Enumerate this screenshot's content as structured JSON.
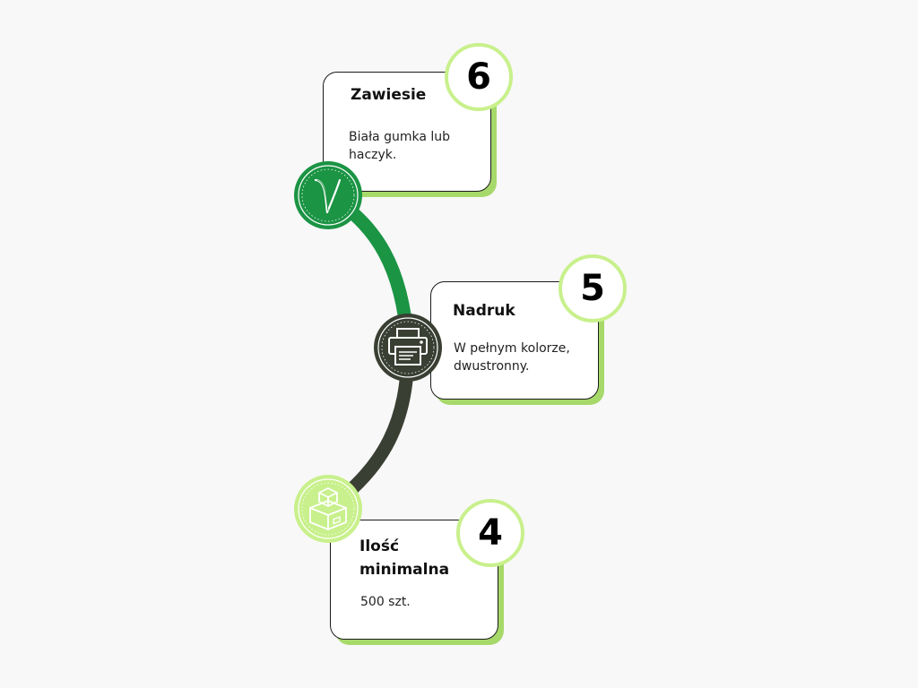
{
  "steps": [
    {
      "number": "6",
      "title": "Zawiesie",
      "text": "Biała gumka lub haczyk.",
      "icon": "hook-letter-v-icon"
    },
    {
      "number": "5",
      "title": "Nadruk",
      "text": "W pełnym kolorze, dwustronny.",
      "icon": "printer-icon"
    },
    {
      "number": "4",
      "title": "Ilość minimalna",
      "text": "500 szt.",
      "icon": "boxes-icon"
    }
  ],
  "colors": {
    "background": "#f8f8f8",
    "dark_green": "#1b9444",
    "dark_olive": "#3a3f33",
    "light_green": "#c8f08c",
    "card_shadow": "#a6d96a"
  }
}
